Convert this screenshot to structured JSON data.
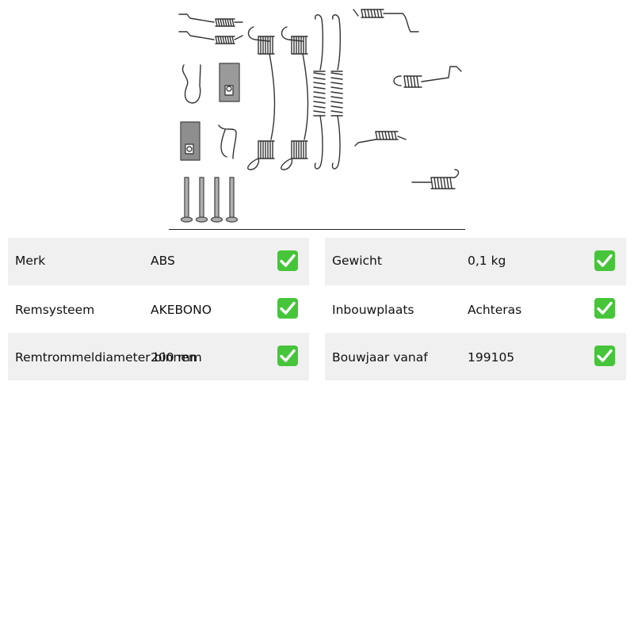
{
  "product": {
    "image_alt": "Accessoireset, remschoen"
  },
  "specs_left": [
    {
      "label": "Merk",
      "value": "ABS"
    },
    {
      "label": "Remsysteem",
      "value": "AKEBONO"
    },
    {
      "label": "Remtrommeldiameter binnen",
      "value": "200 mm"
    }
  ],
  "specs_right": [
    {
      "label": "Gewicht",
      "value": "0,1 kg"
    },
    {
      "label": "Inbouwplaats",
      "value": "Achteras"
    },
    {
      "label": "Bouwjaar vanaf",
      "value": "199105"
    }
  ],
  "icons": {
    "check": "check-mark-button-icon"
  },
  "colors": {
    "row_shade": "#f0f0f0",
    "check_green": "#47c53a"
  }
}
